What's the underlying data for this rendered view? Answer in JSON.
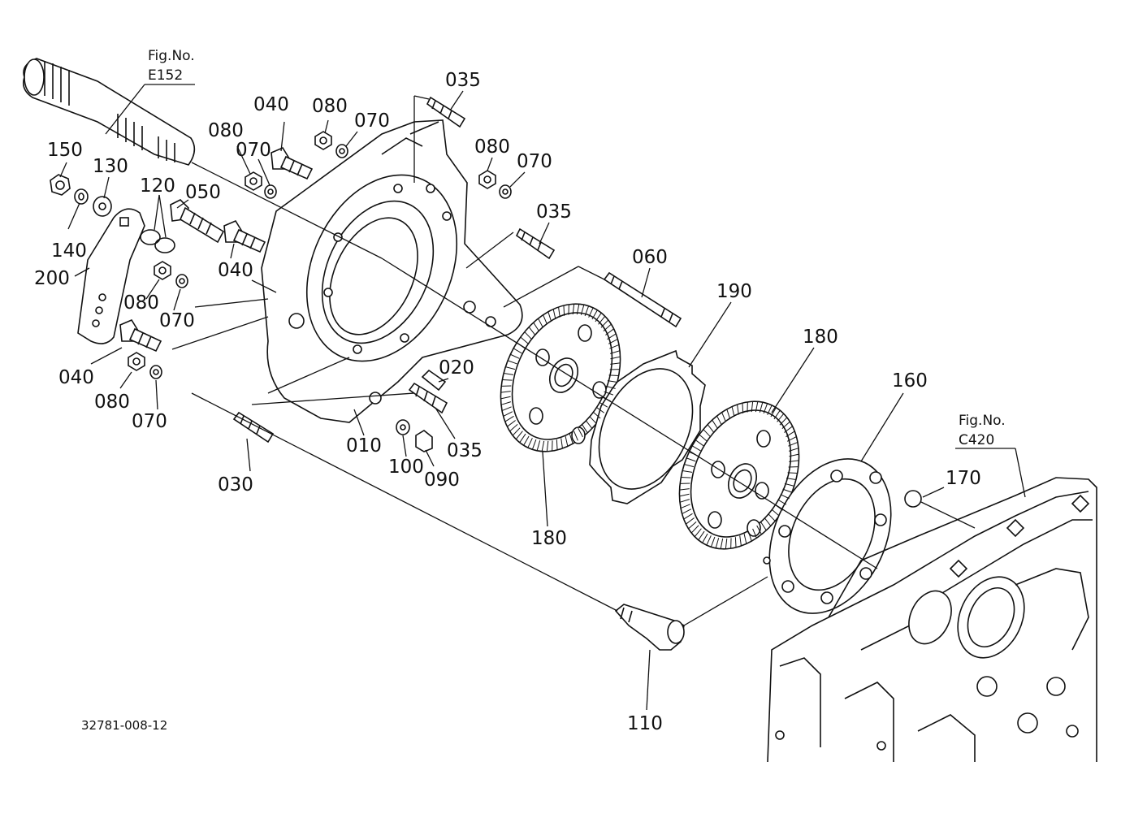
{
  "figure_refs": {
    "top": {
      "label": "Fig.No.",
      "number": "E152"
    },
    "bottom": {
      "label": "Fig.No.",
      "number": "C420"
    }
  },
  "document_number": "32781-008-12",
  "callouts": {
    "c010": "010",
    "c020": "020",
    "c030": "030",
    "c035_a": "035",
    "c035_b": "035",
    "c035_c": "035",
    "c040_a": "040",
    "c040_b": "040",
    "c040_c": "040",
    "c050": "050",
    "c060": "060",
    "c070_a": "070",
    "c070_b": "070",
    "c070_c": "070",
    "c070_d": "070",
    "c070_e": "070",
    "c080_a": "080",
    "c080_b": "080",
    "c080_c": "080",
    "c080_d": "080",
    "c080_e": "080",
    "c090": "090",
    "c100": "100",
    "c110": "110",
    "c120": "120",
    "c130": "130",
    "c140": "140",
    "c150": "150",
    "c160": "160",
    "c170": "170",
    "c180_a": "180",
    "c180_b": "180",
    "c190": "190",
    "c200": "200"
  }
}
